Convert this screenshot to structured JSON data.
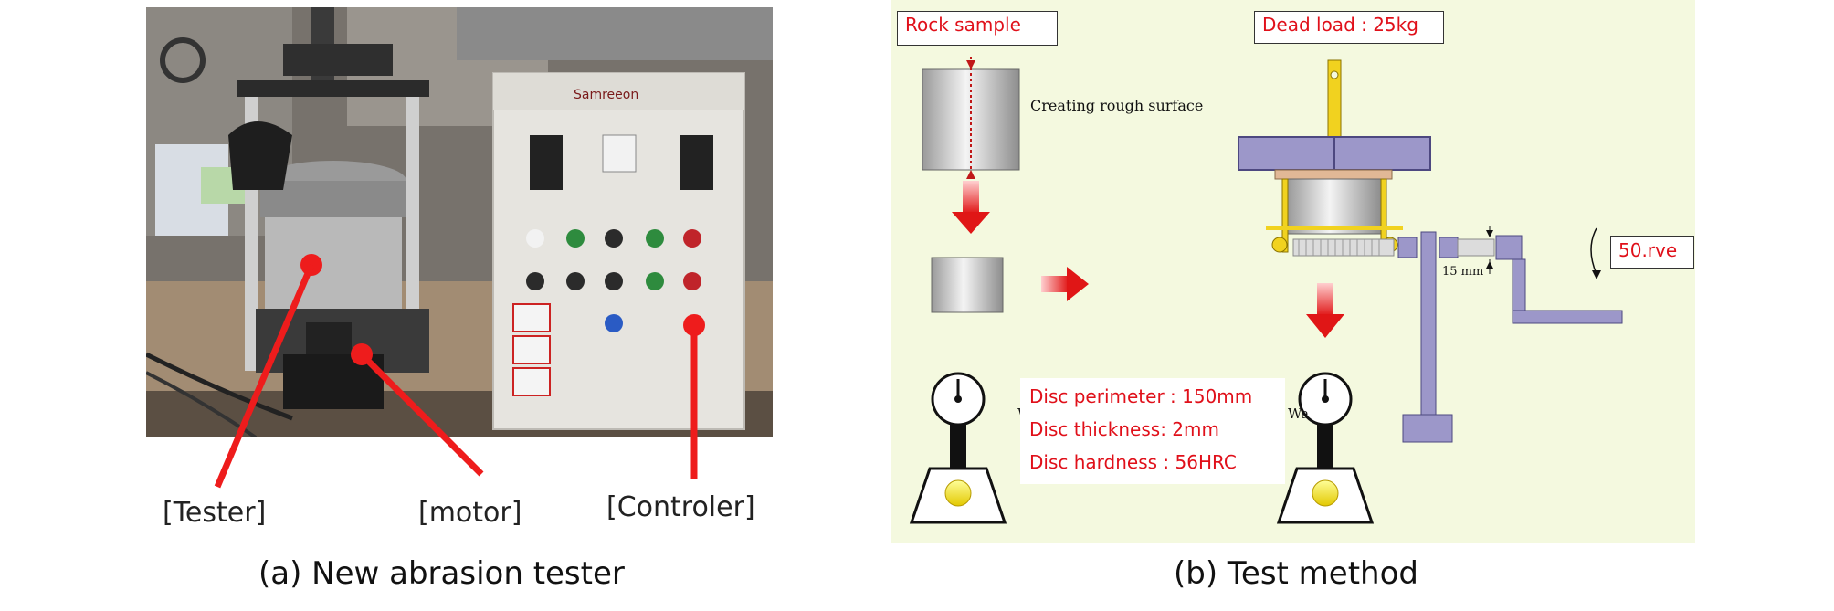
{
  "left_panel": {
    "callouts": {
      "tester": "[Tester]",
      "motor": "[motor]",
      "controller": "[Controler]"
    },
    "cabinet_brand": "Samreeon",
    "caption": "(a) New abrasion tester"
  },
  "right_panel": {
    "rock_sample_label": "Rock sample",
    "dead_load_label": "Dead load : 25kg",
    "rough_surface_label": "Creating rough surface",
    "rev_label": "50.rve",
    "gap_label": "15 mm",
    "weight_before_label": "Wb",
    "weight_after_label": "Wa",
    "disc_specs": [
      "Disc perimeter : 150mm",
      "Disc thickness: 2mm",
      "Disc hardness : 56HRC"
    ],
    "caption": "(b) Test method"
  },
  "colors": {
    "callout_red": "#ee1c1c",
    "label_red": "#e0101a",
    "diagram_bg": "#f4f9df",
    "metal_purple": "#9c97c9",
    "arm_yellow": "#f1d21f"
  }
}
